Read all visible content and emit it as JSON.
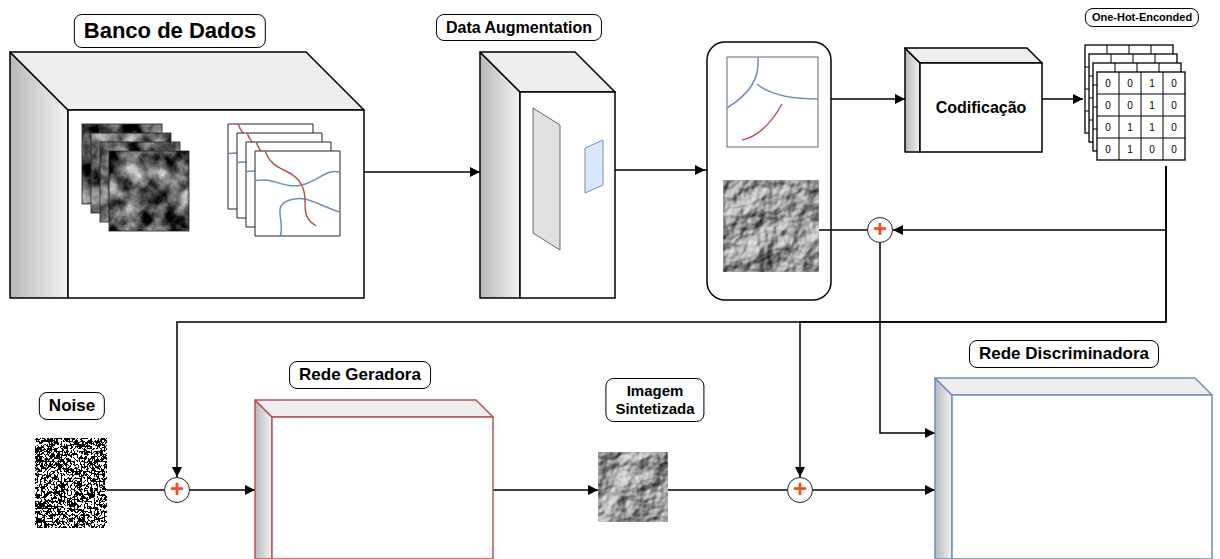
{
  "diagram": {
    "nodes": [
      {
        "text": [
          "Banco de Dados"
        ]
      },
      {
        "text": [
          "Data Augmentation"
        ]
      },
      {
        "text": [
          "Codificação"
        ]
      },
      {
        "text": [
          "One-Hot-Enconded"
        ]
      },
      {
        "text": [
          "+"
        ]
      },
      {
        "text": [
          "Noise"
        ]
      },
      {
        "text": [
          "+"
        ]
      },
      {
        "text": [
          "Rede Geradora"
        ]
      },
      {
        "text": [
          "Imagem Sintetizada"
        ]
      },
      {
        "text": [
          "+"
        ]
      },
      {
        "text": [
          "Rede Discriminadora"
        ]
      }
    ],
    "edges": [
      {
        "from": 0,
        "to": 1,
        "arrow": "to"
      },
      {
        "from": 1,
        "to": 2,
        "arrow": "to"
      },
      {
        "from": 2,
        "to": 3,
        "arrow": "to"
      },
      {
        "from": 3,
        "to": 4,
        "arrow": "to"
      },
      {
        "from": 4,
        "to": 10,
        "arrow": "to"
      },
      {
        "from": 3,
        "to": 6,
        "arrow": "to"
      },
      {
        "from": 3,
        "to": 9,
        "arrow": "to"
      },
      {
        "from": 5,
        "to": 6,
        "arrow": "none"
      },
      {
        "from": 6,
        "to": 7,
        "arrow": "to"
      },
      {
        "from": 7,
        "to": 8,
        "arrow": "to"
      },
      {
        "from": 8,
        "to": 9,
        "arrow": "none"
      },
      {
        "from": 9,
        "to": 10,
        "arrow": "to"
      }
    ],
    "labels": [
      "0",
      "0",
      "1",
      "0",
      "0",
      "0",
      "1",
      "0",
      "0",
      "1",
      "1",
      "0",
      "0",
      "1",
      "0",
      "0"
    ]
  }
}
